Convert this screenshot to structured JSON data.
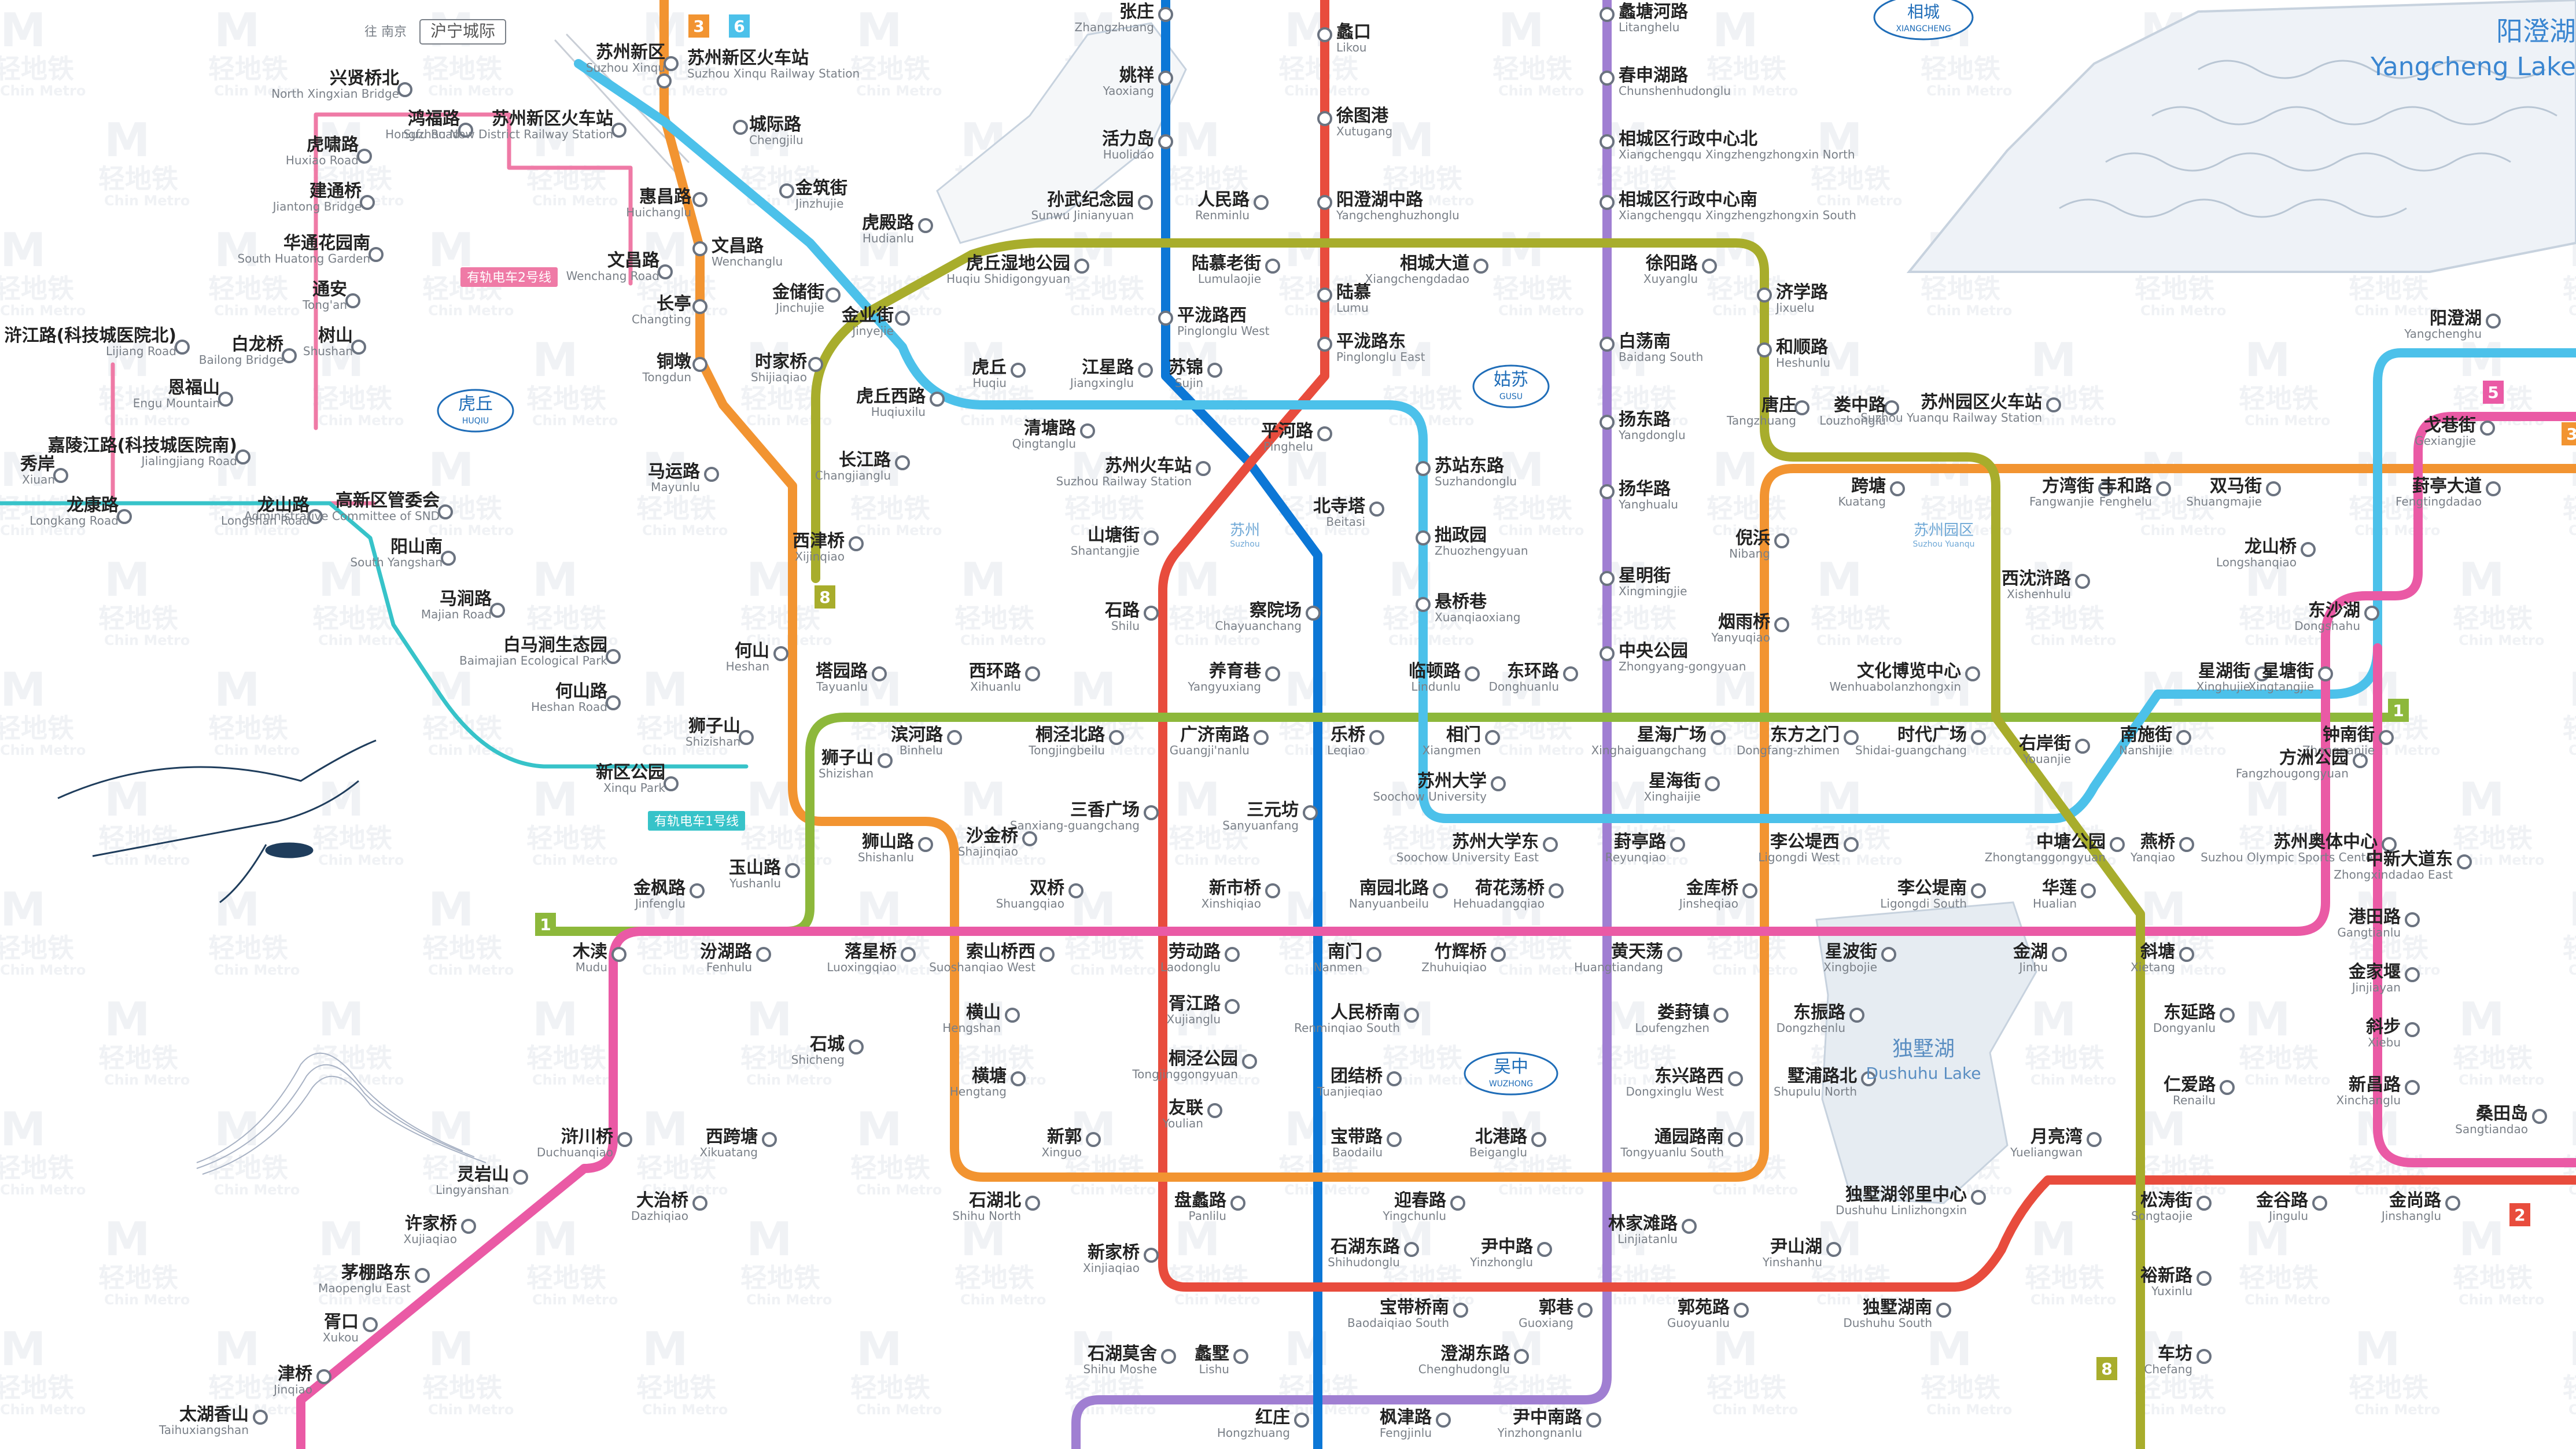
{
  "colors": {
    "line1": "#8db83b",
    "line2": "#e84c3d",
    "line3": "#f29431",
    "line4": "#0c77d6",
    "line5": "#ea5aa5",
    "line6": "#4cc1ea",
    "line7": "#ea5aa5",
    "line8": "#a8ad2c",
    "line9": "#a07fd2",
    "tram1": "#37c3c9",
    "tram2": "#ef7aa6",
    "water": "#dfe6ee"
  },
  "watermark": {
    "cn": "轻地铁",
    "en": "Chin Metro",
    "logo": "M"
  },
  "badges": [
    {
      "id": "b3",
      "label": "3",
      "color": "#f29431"
    },
    {
      "id": "b6",
      "label": "6",
      "color": "#4cc1ea"
    },
    {
      "id": "b8a",
      "label": "8",
      "color": "#a8ad2c"
    },
    {
      "id": "b1a",
      "label": "1",
      "color": "#8db83b"
    },
    {
      "id": "b1b",
      "label": "1",
      "color": "#8db83b"
    },
    {
      "id": "b5",
      "label": "5",
      "color": "#ea5aa5"
    },
    {
      "id": "b2",
      "label": "2",
      "color": "#e84c3d"
    },
    {
      "id": "b8b",
      "label": "8",
      "color": "#a8ad2c"
    },
    {
      "id": "b3b",
      "label": "3",
      "color": "#f29431"
    }
  ],
  "tags": {
    "tram2": "有轨电车2号线",
    "tram1": "有轨电车1号线",
    "intercity_small": "往 南京",
    "intercity": "沪宁城际"
  },
  "districts": [
    {
      "cn": "虎丘",
      "py": "HUQIU"
    },
    {
      "cn": "姑苏",
      "py": "GUSU"
    },
    {
      "cn": "吴中",
      "py": "WUZHONG"
    },
    {
      "cn": "相城",
      "py": "XIANGCHENG"
    }
  ],
  "areas": [
    {
      "cn": "苏州",
      "py": "Suzhou"
    },
    {
      "cn": "苏州园区",
      "py": "Suzhou Yuanqu"
    },
    {
      "cn": "独墅湖",
      "py": "Dushuhu Lake"
    },
    {
      "cn": "阳澄湖",
      "py": "Yangcheng Lake"
    }
  ],
  "stations": [
    {
      "id": "s1",
      "cn": "张庄",
      "py": "Zhangzhuang"
    },
    {
      "id": "s2",
      "cn": "姚祥",
      "py": "Yaoxiang"
    },
    {
      "id": "s3",
      "cn": "活力岛",
      "py": "Huolidao"
    },
    {
      "id": "s4",
      "cn": "蠡口",
      "py": "Likou"
    },
    {
      "id": "s5",
      "cn": "徐图港",
      "py": "Xutugang"
    },
    {
      "id": "s6",
      "cn": "阳澄湖中路",
      "py": "Yangchenghuzhonglu"
    },
    {
      "id": "s7",
      "cn": "蠡塘河路",
      "py": "Litanghelu"
    },
    {
      "id": "s8",
      "cn": "春申湖路",
      "py": "Chunshenhudonglu"
    },
    {
      "id": "s9",
      "cn": "相城区行政中心北",
      "py": "Xiangchengqu Xingzhengzhongxin North"
    },
    {
      "id": "s10",
      "cn": "相城区行政中心南",
      "py": "Xiangchengqu Xingzhengzhongxin South"
    },
    {
      "id": "s11",
      "cn": "苏州新区火车站",
      "py": "Suzhou Xinqu Railway Station"
    },
    {
      "id": "s12",
      "cn": "城际路",
      "py": "Chengjilu"
    },
    {
      "id": "s13",
      "cn": "金筑街",
      "py": "Jinzhujie"
    },
    {
      "id": "s14",
      "cn": "惠昌路",
      "py": "Huichanglu"
    },
    {
      "id": "s15",
      "cn": "文昌路",
      "py": "Wenchanglu"
    },
    {
      "id": "s16",
      "cn": "虎殿路",
      "py": "Hudianlu"
    },
    {
      "id": "s17",
      "cn": "孙武纪念园",
      "py": "Sunwu Jinianyuan"
    },
    {
      "id": "s18",
      "cn": "人民路",
      "py": "Renminlu"
    },
    {
      "id": "s19",
      "cn": "虎丘湿地公园",
      "py": "Huqiu Shidigongyuan"
    },
    {
      "id": "s20",
      "cn": "陆慕老街",
      "py": "Lumulaojie"
    },
    {
      "id": "s21",
      "cn": "相城大道",
      "py": "Xiangchengdadao"
    },
    {
      "id": "s22",
      "cn": "徐阳路",
      "py": "Xuyanglu"
    },
    {
      "id": "s23",
      "cn": "济学路",
      "py": "Jixuelu"
    },
    {
      "id": "s24",
      "cn": "和顺路",
      "py": "Heshunlu"
    },
    {
      "id": "s25",
      "cn": "长亭",
      "py": "Changting"
    },
    {
      "id": "s26",
      "cn": "金储街",
      "py": "Jinchujie"
    },
    {
      "id": "s27",
      "cn": "金业街",
      "py": "Jinyejie"
    },
    {
      "id": "s28",
      "cn": "平泷路西",
      "py": "Pinglonglu West"
    },
    {
      "id": "s29",
      "cn": "陆慕",
      "py": "Lumu"
    },
    {
      "id": "s30",
      "cn": "平泷路东",
      "py": "Pinglonglu East"
    },
    {
      "id": "s31",
      "cn": "白荡南",
      "py": "Baidang South"
    },
    {
      "id": "s32",
      "cn": "铜墩",
      "py": "Tongdun"
    },
    {
      "id": "s33",
      "cn": "时家桥",
      "py": "Shijiaqiao"
    },
    {
      "id": "s34",
      "cn": "虎丘",
      "py": "Huqiu"
    },
    {
      "id": "s35",
      "cn": "江星路",
      "py": "Jiangxinglu"
    },
    {
      "id": "s36",
      "cn": "苏锦",
      "py": "Sujin"
    },
    {
      "id": "s37",
      "cn": "虎丘西路",
      "py": "Huqiuxilu"
    },
    {
      "id": "s38",
      "cn": "平河路",
      "py": "Pinghelu"
    },
    {
      "id": "s39",
      "cn": "唐庄",
      "py": "Tangzhuang"
    },
    {
      "id": "s40",
      "cn": "娄中路",
      "py": "Louzhonglu"
    },
    {
      "id": "s41",
      "cn": "苏州园区火车站",
      "py": "Suzhou Yuanqu Railway Station"
    },
    {
      "id": "s42",
      "cn": "扬东路",
      "py": "Yangdonglu"
    },
    {
      "id": "s43",
      "cn": "清塘路",
      "py": "Qingtanglu"
    },
    {
      "id": "s44",
      "cn": "苏州火车站",
      "py": "Suzhou Railway Station"
    },
    {
      "id": "s45",
      "cn": "苏站东路",
      "py": "Suzhandonglu"
    },
    {
      "id": "s46",
      "cn": "马运路",
      "py": "Mayunlu"
    },
    {
      "id": "s47",
      "cn": "长江路",
      "py": "Changjianglu"
    },
    {
      "id": "s48",
      "cn": "扬华路",
      "py": "Yanghualu"
    },
    {
      "id": "s49",
      "cn": "跨塘",
      "py": "Kuatang"
    },
    {
      "id": "s50",
      "cn": "方湾街",
      "py": "Fangwanjie"
    },
    {
      "id": "s51",
      "cn": "丰和路",
      "py": "Fenghelu"
    },
    {
      "id": "s52",
      "cn": "双马街",
      "py": "Shuangmajie"
    },
    {
      "id": "s53",
      "cn": "葑亭大道",
      "py": "Fengtingdadao"
    },
    {
      "id": "s54",
      "cn": "北寺塔",
      "py": "Beitasi"
    },
    {
      "id": "s55",
      "cn": "西津桥",
      "py": "Xijinqiao"
    },
    {
      "id": "s56",
      "cn": "山塘街",
      "py": "Shantangjie"
    },
    {
      "id": "s57",
      "cn": "拙政园",
      "py": "Zhuozhengyuan"
    },
    {
      "id": "s58",
      "cn": "倪浜",
      "py": "Nibang"
    },
    {
      "id": "s59",
      "cn": "星明街",
      "py": "Xingmingjie"
    },
    {
      "id": "s60",
      "cn": "西沈浒路",
      "py": "Xishenhulu"
    },
    {
      "id": "s61",
      "cn": "龙山桥",
      "py": "Longshanqiao"
    },
    {
      "id": "s62",
      "cn": "石路",
      "py": "Shilu"
    },
    {
      "id": "s63",
      "cn": "察院场",
      "py": "Chayuanchang"
    },
    {
      "id": "s64",
      "cn": "悬桥巷",
      "py": "Xuanqiaoxiang"
    },
    {
      "id": "s65",
      "cn": "烟雨桥",
      "py": "Yanyuqiao"
    },
    {
      "id": "s66",
      "cn": "东沙湖",
      "py": "Dongshahu"
    },
    {
      "id": "s67",
      "cn": "何山",
      "py": "Heshan"
    },
    {
      "id": "s68",
      "cn": "塔园路",
      "py": "Tayuanlu"
    },
    {
      "id": "s69",
      "cn": "西环路",
      "py": "Xihuanlu"
    },
    {
      "id": "s70",
      "cn": "养育巷",
      "py": "Yangyuxiang"
    },
    {
      "id": "s71",
      "cn": "临顿路",
      "py": "Lindunlu"
    },
    {
      "id": "s72",
      "cn": "东环路",
      "py": "Donghuanlu"
    },
    {
      "id": "s73",
      "cn": "中央公园",
      "py": "Zhongyang-gongyuan"
    },
    {
      "id": "s74",
      "cn": "文化博览中心",
      "py": "Wenhuabolanzhongxin"
    },
    {
      "id": "s75",
      "cn": "星湖街",
      "py": "Xinghujie"
    },
    {
      "id": "s76",
      "cn": "星塘街",
      "py": "Xingtangjie"
    },
    {
      "id": "s77",
      "cn": "狮子山",
      "py": "Shizishan"
    },
    {
      "id": "s78",
      "cn": "滨河路",
      "py": "Binhelu"
    },
    {
      "id": "s79",
      "cn": "桐泾北路",
      "py": "Tongjingbeilu"
    },
    {
      "id": "s80",
      "cn": "广济南路",
      "py": "Guangji'nanlu"
    },
    {
      "id": "s81",
      "cn": "乐桥",
      "py": "Leqiao"
    },
    {
      "id": "s82",
      "cn": "相门",
      "py": "Xiangmen"
    },
    {
      "id": "s83",
      "cn": "星海广场",
      "py": "Xinghaiguangchang"
    },
    {
      "id": "s84",
      "cn": "东方之门",
      "py": "Dongfang-zhimen"
    },
    {
      "id": "s85",
      "cn": "时代广场",
      "py": "Shidai-guangchang"
    },
    {
      "id": "s86",
      "cn": "南施街",
      "py": "Nanshijie"
    },
    {
      "id": "s87",
      "cn": "钟南街",
      "py": "Zhongnanjie"
    },
    {
      "id": "s88",
      "cn": "苏州大学",
      "py": "Soochow University"
    },
    {
      "id": "s89",
      "cn": "星海街",
      "py": "Xinghaijie"
    },
    {
      "id": "s90",
      "cn": "右岸街",
      "py": "Youanjie"
    },
    {
      "id": "s91",
      "cn": "方洲公园",
      "py": "Fangzhougongyuan"
    },
    {
      "id": "s92",
      "cn": "三香广场",
      "py": "Sanxiang-guangchang"
    },
    {
      "id": "s93",
      "cn": "三元坊",
      "py": "Sanyuanfang"
    },
    {
      "id": "s94",
      "cn": "沙金桥",
      "py": "Shajinqiao"
    },
    {
      "id": "s95",
      "cn": "狮山路",
      "py": "Shishanlu"
    },
    {
      "id": "s96",
      "cn": "苏州大学东",
      "py": "Soochow University East"
    },
    {
      "id": "s97",
      "cn": "葑亭路",
      "py": "Reyunqiao"
    },
    {
      "id": "s98",
      "cn": "李公堤西",
      "py": "Ligongdi West"
    },
    {
      "id": "s99",
      "cn": "中塘公园",
      "py": "Zhongtanggongyuan"
    },
    {
      "id": "s100",
      "cn": "燕桥",
      "py": "Yanqiao"
    },
    {
      "id": "s101",
      "cn": "苏州奥体中心",
      "py": "Suzhou Olympic Sports Center"
    },
    {
      "id": "s102",
      "cn": "玉山路",
      "py": "Yushanlu"
    },
    {
      "id": "s103",
      "cn": "金枫路",
      "py": "Jinfenglu"
    },
    {
      "id": "s104",
      "cn": "双桥",
      "py": "Shuangqiao"
    },
    {
      "id": "s105",
      "cn": "新市桥",
      "py": "Xinshiqiao"
    },
    {
      "id": "s106",
      "cn": "南园北路",
      "py": "Nanyuanbeilu"
    },
    {
      "id": "s107",
      "cn": "荷花荡桥",
      "py": "Hehuadangqiao"
    },
    {
      "id": "s108",
      "cn": "金库桥",
      "py": "Jinsheqiao"
    },
    {
      "id": "s109",
      "cn": "李公堤南",
      "py": "Ligongdi South"
    },
    {
      "id": "s110",
      "cn": "华莲",
      "py": "Hualian"
    },
    {
      "id": "s111",
      "cn": "中新大道东",
      "py": "Zhongxindadao East"
    },
    {
      "id": "s112",
      "cn": "木渎",
      "py": "Mudu"
    },
    {
      "id": "s113",
      "cn": "汾湖路",
      "py": "Fenhulu"
    },
    {
      "id": "s114",
      "cn": "落星桥",
      "py": "Luoxingqiao"
    },
    {
      "id": "s115",
      "cn": "索山桥西",
      "py": "Suoshanqiao West"
    },
    {
      "id": "s116",
      "cn": "劳动路",
      "py": "Laodonglu"
    },
    {
      "id": "s117",
      "cn": "南门",
      "py": "Nanmen"
    },
    {
      "id": "s118",
      "cn": "竹辉桥",
      "py": "Zhuhuiqiao"
    },
    {
      "id": "s119",
      "cn": "黄天荡",
      "py": "Huangtiandang"
    },
    {
      "id": "s120",
      "cn": "星波街",
      "py": "Xingbojie"
    },
    {
      "id": "s121",
      "cn": "金湖",
      "py": "Jinhu"
    },
    {
      "id": "s122",
      "cn": "斜塘",
      "py": "Xietang"
    },
    {
      "id": "s123",
      "cn": "港田路",
      "py": "Gangtianlu"
    },
    {
      "id": "s124",
      "cn": "金家堰",
      "py": "Jinjiayan"
    },
    {
      "id": "s125",
      "cn": "横山",
      "py": "Hengshan"
    },
    {
      "id": "s126",
      "cn": "胥江路",
      "py": "Xujianglu"
    },
    {
      "id": "s127",
      "cn": "人民桥南",
      "py": "Renminqiao South"
    },
    {
      "id": "s128",
      "cn": "娄葑镇",
      "py": "Loufengzhen"
    },
    {
      "id": "s129",
      "cn": "东振路",
      "py": "Dongzhenlu"
    },
    {
      "id": "s130",
      "cn": "东延路",
      "py": "Dongyanlu"
    },
    {
      "id": "s131",
      "cn": "斜步",
      "py": "Xiebu"
    },
    {
      "id": "s132",
      "cn": "石城",
      "py": "Shicheng"
    },
    {
      "id": "s133",
      "cn": "横塘",
      "py": "Hengtang"
    },
    {
      "id": "s134",
      "cn": "桐泾公园",
      "py": "Tongjinggongyuan"
    },
    {
      "id": "s135",
      "cn": "团结桥",
      "py": "Tuanjieqiao"
    },
    {
      "id": "s136",
      "cn": "东兴路西",
      "py": "Dongxinglu West"
    },
    {
      "id": "s137",
      "cn": "墅浦路北",
      "py": "Shupulu North"
    },
    {
      "id": "s138",
      "cn": "仁爱路",
      "py": "Renailu"
    },
    {
      "id": "s139",
      "cn": "新昌路",
      "py": "Xinchanglu"
    },
    {
      "id": "s140",
      "cn": "友联",
      "py": "Youlian"
    },
    {
      "id": "s141",
      "cn": "浒川桥",
      "py": "Duchuanqiao"
    },
    {
      "id": "s142",
      "cn": "西跨塘",
      "py": "Xikuatang"
    },
    {
      "id": "s143",
      "cn": "新郭",
      "py": "Xinguo"
    },
    {
      "id": "s144",
      "cn": "宝带路",
      "py": "Baodailu"
    },
    {
      "id": "s145",
      "cn": "北港路",
      "py": "Beiganglu"
    },
    {
      "id": "s146",
      "cn": "通园路南",
      "py": "Tongyuanlu South"
    },
    {
      "id": "s147",
      "cn": "月亮湾",
      "py": "Yueliangwan"
    },
    {
      "id": "s148",
      "cn": "桑田岛",
      "py": "Sangtiandao"
    },
    {
      "id": "s149",
      "cn": "灵岩山",
      "py": "Lingyanshan"
    },
    {
      "id": "s150",
      "cn": "大治桥",
      "py": "Dazhiqiao"
    },
    {
      "id": "s151",
      "cn": "石湖北",
      "py": "Shihu North"
    },
    {
      "id": "s152",
      "cn": "盘蠡路",
      "py": "Panlilu"
    },
    {
      "id": "s153",
      "cn": "迎春路",
      "py": "Yingchunlu"
    },
    {
      "id": "s154",
      "cn": "独墅湖邻里中心",
      "py": "Dushuhu Linlizhongxin"
    },
    {
      "id": "s155",
      "cn": "松涛街",
      "py": "Songtaojie"
    },
    {
      "id": "s156",
      "cn": "金谷路",
      "py": "Jingulu"
    },
    {
      "id": "s157",
      "cn": "金尚路",
      "py": "Jinshanglu"
    },
    {
      "id": "s158",
      "cn": "许家桥",
      "py": "Xujiaqiao"
    },
    {
      "id": "s159",
      "cn": "新家桥",
      "py": "Xinjiaqiao"
    },
    {
      "id": "s160",
      "cn": "石湖东路",
      "py": "Shihudonglu"
    },
    {
      "id": "s161",
      "cn": "尹中路",
      "py": "Yinzhonglu"
    },
    {
      "id": "s162",
      "cn": "林家滩路",
      "py": "Linjiatanlu"
    },
    {
      "id": "s163",
      "cn": "尹山湖",
      "py": "Yinshanhu"
    },
    {
      "id": "s164",
      "cn": "茅棚路东",
      "py": "Maopenglu East"
    },
    {
      "id": "s165",
      "cn": "宝带桥南",
      "py": "Baodaiqiao South"
    },
    {
      "id": "s166",
      "cn": "郭巷",
      "py": "Guoxiang"
    },
    {
      "id": "s167",
      "cn": "郭苑路",
      "py": "Guoyuanlu"
    },
    {
      "id": "s168",
      "cn": "独墅湖南",
      "py": "Dushuhu South"
    },
    {
      "id": "s169",
      "cn": "裕新路",
      "py": "Yuxinlu"
    },
    {
      "id": "s170",
      "cn": "胥口",
      "py": "Xukou"
    },
    {
      "id": "s171",
      "cn": "石湖莫舍",
      "py": "Shihu Moshe"
    },
    {
      "id": "s172",
      "cn": "蠡墅",
      "py": "Lishu"
    },
    {
      "id": "s173",
      "cn": "澄湖东路",
      "py": "Chenghudonglu"
    },
    {
      "id": "s174",
      "cn": "车坊",
      "py": "Chefang"
    },
    {
      "id": "s175",
      "cn": "津桥",
      "py": "Jinqiao"
    },
    {
      "id": "s176",
      "cn": "太湖香山",
      "py": "Taihuxiangshan"
    },
    {
      "id": "s177",
      "cn": "红庄",
      "py": "Hongzhuang"
    },
    {
      "id": "s178",
      "cn": "枫津路",
      "py": "Fengjinlu"
    },
    {
      "id": "s179",
      "cn": "尹中南路",
      "py": "Yinzhongnanlu"
    },
    {
      "id": "s180",
      "cn": "阳澄湖",
      "py": "Yangchenghu"
    },
    {
      "id": "s181",
      "cn": "戈巷街",
      "py": "Gexiangjie"
    },
    {
      "id": "s182",
      "cn": "兴贤桥北",
      "py": "North Xingxian Bridge"
    },
    {
      "id": "s183",
      "cn": "鸿福路",
      "py": "Hongfu Road"
    },
    {
      "id": "s184",
      "cn": "苏州新区火车站",
      "py": "Suzhou New District Railway Station"
    },
    {
      "id": "s185",
      "cn": "虎啸路",
      "py": "Huxiao Road"
    },
    {
      "id": "s186",
      "cn": "建通桥",
      "py": "Jiantong Bridge"
    },
    {
      "id": "s187",
      "cn": "华通花园南",
      "py": "South Huatong Garden"
    },
    {
      "id": "s188",
      "cn": "文昌路",
      "py": "Wenchang Road"
    },
    {
      "id": "s189",
      "cn": "通安",
      "py": "Tong'an"
    },
    {
      "id": "s190",
      "cn": "树山",
      "py": "Shushan"
    },
    {
      "id": "s191",
      "cn": "浒江路(科技城医院北)",
      "py": "Lijiang Road"
    },
    {
      "id": "s192",
      "cn": "白龙桥",
      "py": "Bailong Bridge"
    },
    {
      "id": "s193",
      "cn": "恩福山",
      "py": "Engu Mountain"
    },
    {
      "id": "s194",
      "cn": "嘉陵江路(科技城医院南)",
      "py": "Jialingjiang Road"
    },
    {
      "id": "s195",
      "cn": "秀岸",
      "py": "Xiuan"
    },
    {
      "id": "s196",
      "cn": "龙康路",
      "py": "Longkang Road"
    },
    {
      "id": "s197",
      "cn": "龙山路",
      "py": "Longshan Road"
    },
    {
      "id": "s198",
      "cn": "高新区管委会",
      "py": "Administrative Committee of SND"
    },
    {
      "id": "s199",
      "cn": "阳山南",
      "py": "South Yangshan"
    },
    {
      "id": "s200",
      "cn": "马涧路",
      "py": "Majian Road"
    },
    {
      "id": "s201",
      "cn": "白马涧生态园",
      "py": "Baimajian Ecological Park"
    },
    {
      "id": "s202",
      "cn": "何山路",
      "py": "Heshan Road"
    },
    {
      "id": "s203",
      "cn": "狮子山",
      "py": "Shizishan"
    },
    {
      "id": "s204",
      "cn": "新区公园",
      "py": "Xinqu Park"
    },
    {
      "id": "s205",
      "cn": "苏州新区",
      "py": "Suzhou Xinqu"
    }
  ]
}
